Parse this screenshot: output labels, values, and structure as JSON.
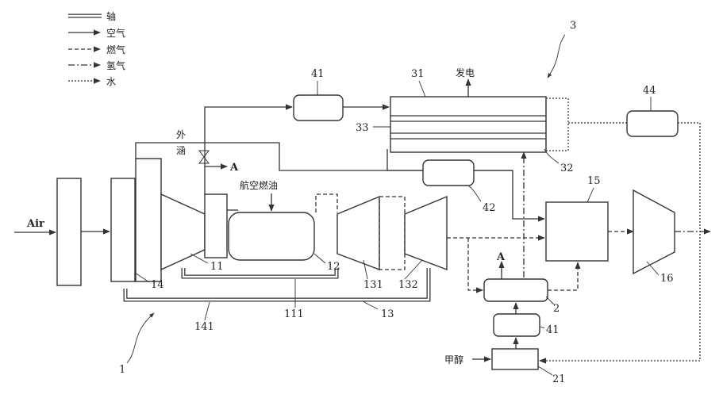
{
  "legend": {
    "items": [
      {
        "label": "轴",
        "style": "shaft"
      },
      {
        "label": "空气",
        "style": "air"
      },
      {
        "label": "燃气",
        "style": "fuel"
      },
      {
        "label": "氢气",
        "style": "h2"
      },
      {
        "label": "水",
        "style": "water"
      }
    ]
  },
  "text": {
    "air_inlet": "Air",
    "bleed": "外涵",
    "bleed_arrow": "A",
    "aviation_fuel": "航空燃油",
    "power_out": "发电",
    "methanol": "甲醇",
    "reformer_out": "A"
  },
  "ref_numbers": {
    "n1": "1",
    "n2": "2",
    "n3": "3",
    "n11": "11",
    "n12": "12",
    "n13": "13",
    "n14": "14",
    "n15": "15",
    "n16": "16",
    "n21": "21",
    "n31": "31",
    "n32": "32",
    "n33": "33",
    "n41_top": "41",
    "n41_bottom": "41",
    "n42": "42",
    "n44": "44",
    "n111": "111",
    "n131": "131",
    "n132": "132",
    "n141": "141"
  }
}
